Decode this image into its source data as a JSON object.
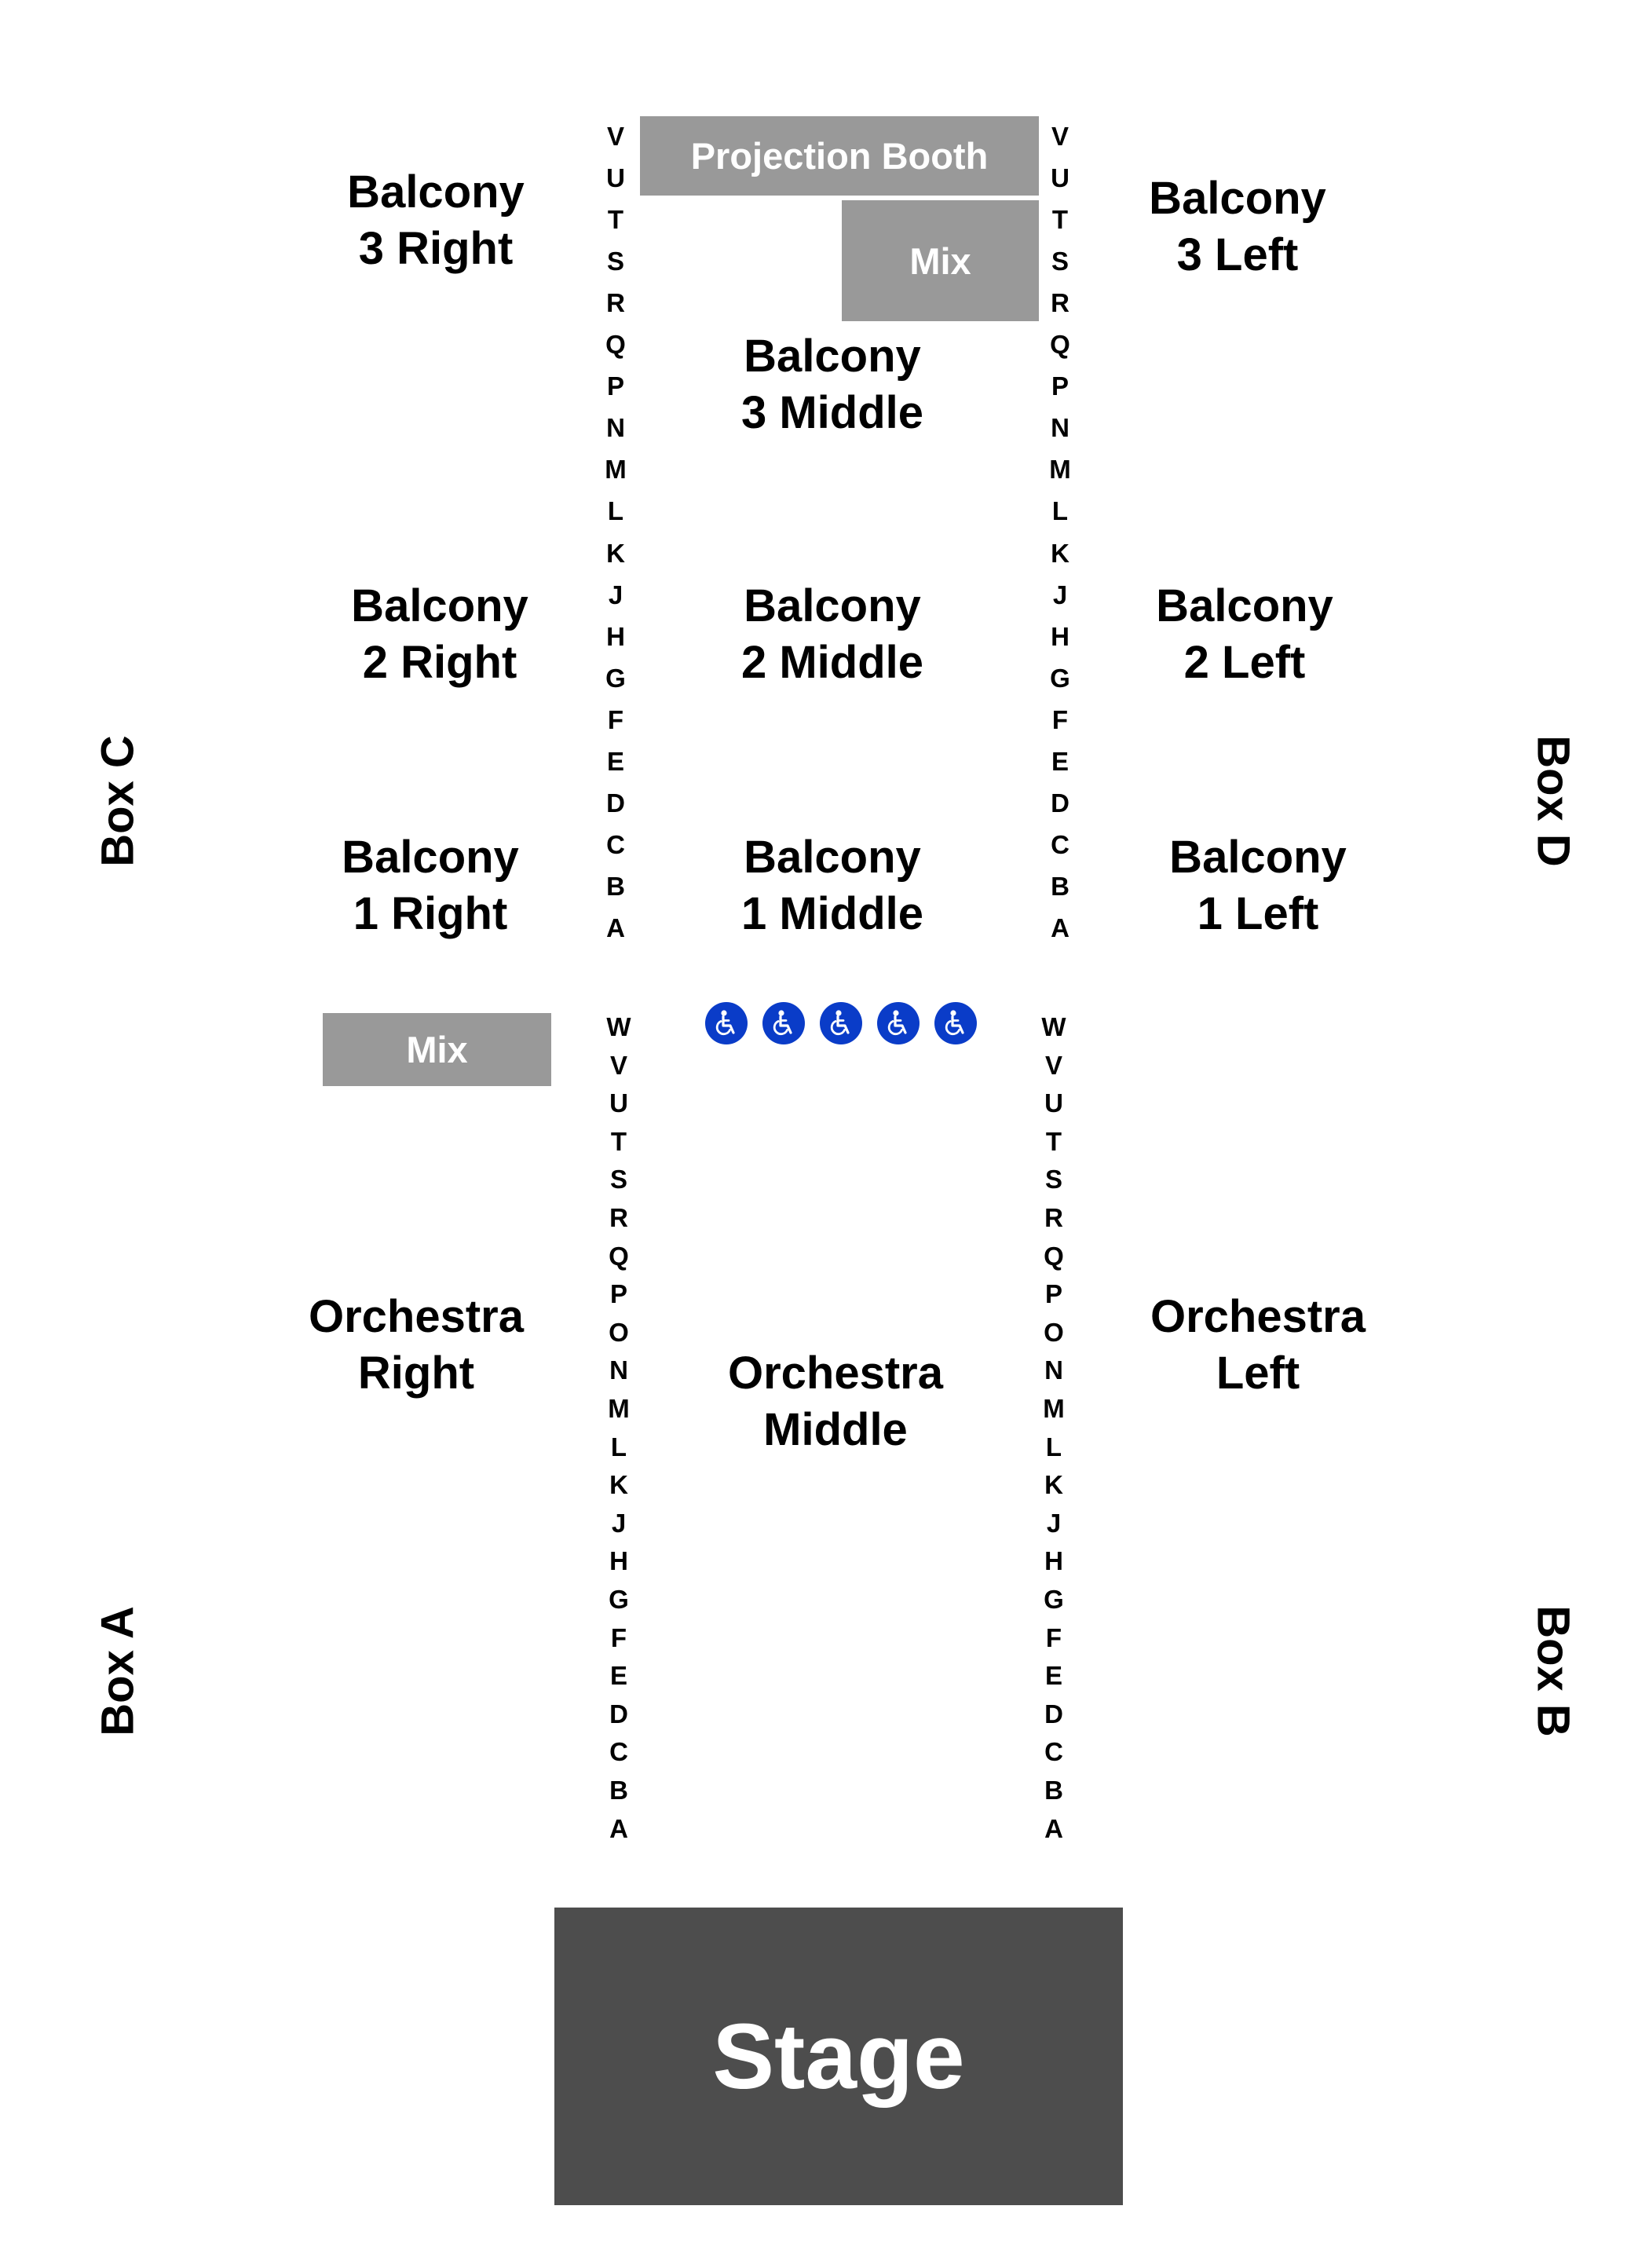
{
  "colors": {
    "block_gray": "#999999",
    "stage_gray": "#4d4d4d",
    "accessible_blue": "#0a3cc8",
    "text": "#000000"
  },
  "blocks": {
    "projection_booth": "Projection Booth",
    "mix_upper": "Mix",
    "mix_lower": "Mix",
    "stage": "Stage"
  },
  "sections": {
    "balcony3_right": [
      "Balcony",
      "3 Right"
    ],
    "balcony3_middle": [
      "Balcony",
      "3 Middle"
    ],
    "balcony3_left": [
      "Balcony",
      "3 Left"
    ],
    "balcony2_right": [
      "Balcony",
      "2 Right"
    ],
    "balcony2_middle": [
      "Balcony",
      "2 Middle"
    ],
    "balcony2_left": [
      "Balcony",
      "2 Left"
    ],
    "balcony1_right": [
      "Balcony",
      "1 Right"
    ],
    "balcony1_middle": [
      "Balcony",
      "1 Middle"
    ],
    "balcony1_left": [
      "Balcony",
      "1 Left"
    ],
    "orchestra_right": [
      "Orchestra",
      "Right"
    ],
    "orchestra_middle": [
      "Orchestra",
      "Middle"
    ],
    "orchestra_left": [
      "Orchestra",
      "Left"
    ]
  },
  "boxes": {
    "box_a": "Box A",
    "box_b": "Box B",
    "box_c": "Box C",
    "box_d": "Box D"
  },
  "balcony_rows": [
    "V",
    "U",
    "T",
    "S",
    "R",
    "Q",
    "P",
    "N",
    "M",
    "L",
    "K",
    "J",
    "H",
    "G",
    "F",
    "E",
    "D",
    "C",
    "B",
    "A"
  ],
  "orchestra_rows": [
    "W",
    "V",
    "U",
    "T",
    "S",
    "R",
    "Q",
    "P",
    "O",
    "N",
    "M",
    "L",
    "K",
    "J",
    "H",
    "G",
    "F",
    "E",
    "D",
    "C",
    "B",
    "A"
  ],
  "accessible_icons": [
    "wheelchair-icon",
    "wheelchair-icon",
    "wheelchair-icon",
    "wheelchair-icon",
    "wheelchair-icon"
  ]
}
